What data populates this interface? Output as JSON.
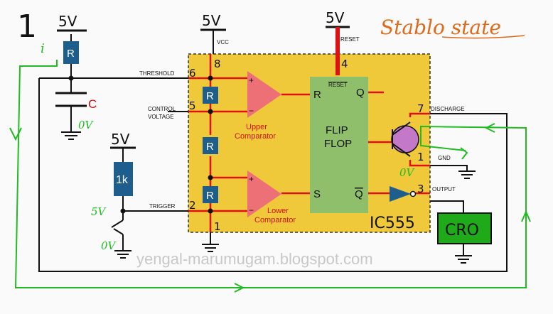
{
  "figure_number": "1",
  "annotation_title": "Stablo state",
  "supply": {
    "top_left": "5V",
    "vcc": "5V",
    "reset_supply": "5V",
    "trigger_supply": "5V"
  },
  "pins": {
    "vcc_label": "VCC",
    "reset_label": "RESET",
    "reset_bar_label": "RESET",
    "threshold_label": "THRESHOLD",
    "control_label_1": "CONTROL",
    "control_label_2": "VOLTAGE",
    "trigger_label": "TRIGGER",
    "discharge_label": "DISCHARGE",
    "gnd_label": "GND",
    "output_label": "OUTPUT",
    "pin1": "1",
    "pin2": "2",
    "pin3": "3",
    "pin4": "4",
    "pin5": "5",
    "pin6": "6",
    "pin7": "7",
    "pin8": "8",
    "pin1_internal": "1"
  },
  "components": {
    "resistor_top": "R",
    "capacitor": "C",
    "resistor_1k": "1k",
    "divider_r1": "R",
    "divider_r2": "R",
    "divider_r3": "R",
    "cro": "CRO",
    "ic_name": "IC555"
  },
  "comparators": {
    "upper_line1": "Upper",
    "upper_line2": "Comparator",
    "lower_line1": "Lower",
    "lower_line2": "Comparator",
    "plus": "+",
    "minus": "−"
  },
  "flipflop": {
    "line1": "FLIP",
    "line2": "FLOP",
    "r": "R",
    "s": "S",
    "q": "Q",
    "qbar": "Q"
  },
  "annotations": {
    "current": "i",
    "cap_voltage": "0V",
    "trigger_high": "5V",
    "trigger_low": "0V",
    "transistor_voltage": "0V"
  },
  "watermark": "yengal-marumugam.blogspot.com",
  "colors": {
    "ic_body": "#f0c93a",
    "flipflop": "#8fbf6a",
    "comparator": "#ee7077",
    "resistor": "#1d5e8c",
    "cro": "#1faa1a",
    "wire_red": "#dd1111",
    "annotation_green": "#22bb22",
    "annotation_orange": "#e06a1a",
    "transistor": "#c478c8"
  }
}
